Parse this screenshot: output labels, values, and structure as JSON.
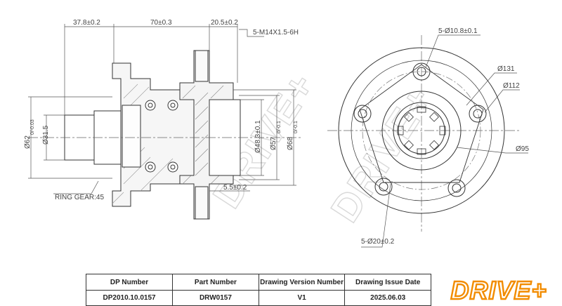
{
  "dimensions": {
    "len_37_8": "37.8±0.2",
    "len_70": "70±0.3",
    "len_20_5": "20.5±0.2",
    "thread": "5-M14X1.5-6H",
    "dia_62": "Ø62",
    "dia_62_tol": "0/-0.03",
    "dia_31_5": "Ø31.5",
    "dia_48_3": "Ø48.3±0.1",
    "dia_57": "Ø57",
    "dia_57_tol": "0/-0.1",
    "dia_68": "Ø68",
    "dia_68_tol": "0/-0.1",
    "len_5_5": "5.5±0.2",
    "ring_gear": "RING GEAR:45",
    "holes_10_8": "5-Ø10.8±0.1",
    "dia_131": "Ø131",
    "dia_112": "Ø112",
    "dia_95": "Ø95",
    "holes_20": "5-Ø20±0.2"
  },
  "watermark": "DRIVE+",
  "title_block": {
    "headers": [
      "DP Number",
      "Part Number",
      "Drawing Version Number",
      "Drawing Issue Date"
    ],
    "values": [
      "DP2010.10.0157",
      "DRW0157",
      "V1",
      "2025.06.03"
    ]
  },
  "logo": {
    "text": "DRIVE+",
    "color": "#f28c00"
  }
}
